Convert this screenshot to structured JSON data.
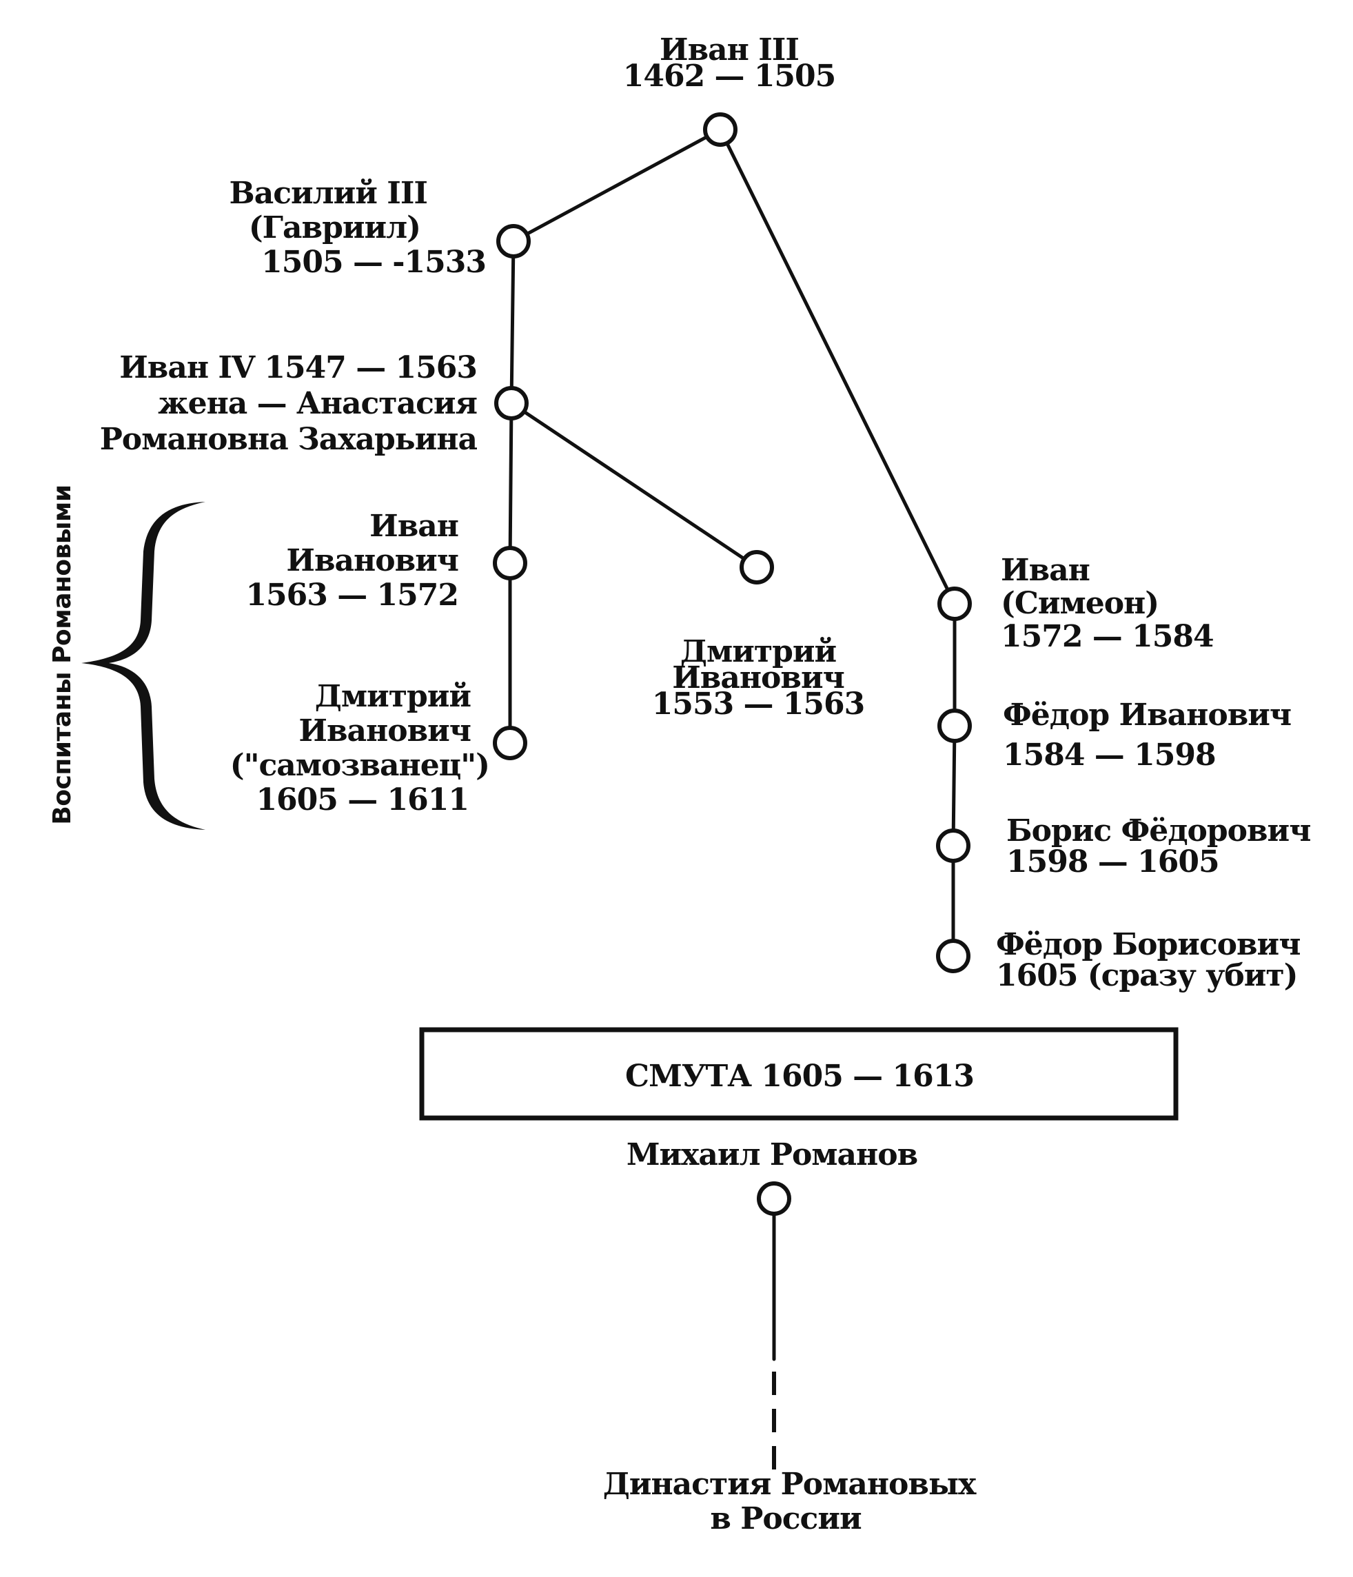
{
  "title": "Династия Рюриковичей и Смута",
  "nodes": [
    {
      "id": "ivan3",
      "lines": [
        "Иван III",
        "1462 — 1505"
      ]
    },
    {
      "id": "vasily3",
      "lines": [
        "Василий III",
        "(Гавриил)",
        "1505 — -1533"
      ]
    },
    {
      "id": "ivan4",
      "lines": [
        "Иван IV 1547 — 1563",
        "жена — Анастасия",
        "Романовна Захарьина"
      ]
    },
    {
      "id": "ivan_ivanovich",
      "lines": [
        "Иван",
        "Иванович",
        "1563 — 1572"
      ]
    },
    {
      "id": "dmitry_samozvanets",
      "lines": [
        "Дмитрий",
        "Иванович",
        "(\"самозванец\")",
        "1605 — 1611"
      ]
    },
    {
      "id": "dmitry_ivanovich",
      "lines": [
        "Дмитрий",
        "Иванович",
        "1553 — 1563"
      ]
    },
    {
      "id": "ivan_simeon",
      "lines": [
        "Иван",
        "(Симеон)",
        "1572 — 1584"
      ]
    },
    {
      "id": "fyodor_ivanovich",
      "lines": [
        "Фёдор Иванович",
        "1584 — 1598"
      ]
    },
    {
      "id": "boris",
      "lines": [
        "Борис Фёдорович",
        "1598 — 1605"
      ]
    },
    {
      "id": "fyodor_borisovich",
      "lines": [
        "Фёдор Борисович",
        "1605 (сразу убит)"
      ]
    },
    {
      "id": "mikhail",
      "lines": [
        "Михаил Романов"
      ]
    }
  ],
  "edges": [
    {
      "from": "ivan3",
      "to": "vasily3",
      "style": "solid"
    },
    {
      "from": "ivan3",
      "to": "ivan_simeon",
      "style": "solid"
    },
    {
      "from": "vasily3",
      "to": "ivan4",
      "style": "solid"
    },
    {
      "from": "ivan4",
      "to": "ivan_ivanovich",
      "style": "solid"
    },
    {
      "from": "ivan_ivanovich",
      "to": "dmitry_samozvanets",
      "style": "solid"
    },
    {
      "from": "ivan4",
      "to": "dmitry_ivanovich",
      "style": "solid"
    },
    {
      "from": "ivan_simeon",
      "to": "fyodor_ivanovich",
      "style": "solid"
    },
    {
      "from": "fyodor_ivanovich",
      "to": "boris",
      "style": "solid"
    },
    {
      "from": "boris",
      "to": "fyodor_borisovich",
      "style": "solid"
    },
    {
      "from": "mikhail",
      "to": "romanov_dynasty",
      "style": "solid-then-dashed"
    }
  ],
  "bracket_label": "Воспитаны Романовыми",
  "smuta_box": "СМУТА 1605 — 1613",
  "footer": [
    "Династия Романовых",
    "в России"
  ]
}
